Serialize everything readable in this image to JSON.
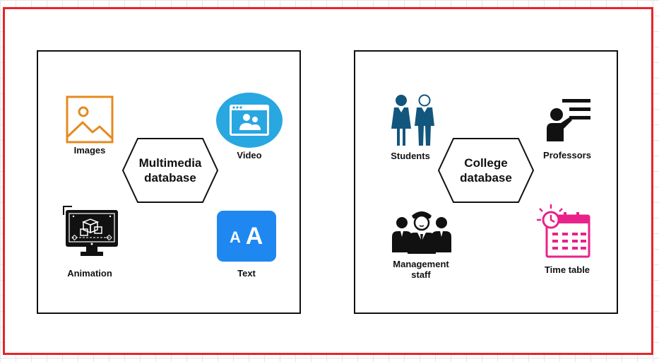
{
  "colors": {
    "frame": "#e8232a",
    "images_orange": "#e58a1f",
    "video_blue": "#29a7e1",
    "text_blue": "#1e88f0",
    "students_teal": "#12567e",
    "timetable_pink": "#e8228a"
  },
  "left_panel": {
    "center": {
      "line1": "Multimedia",
      "line2": "database"
    },
    "items": {
      "images": "Images",
      "video": "Video",
      "animation": "Animation",
      "text": "Text"
    },
    "icons": {
      "images": "image-icon",
      "video": "video-window-icon",
      "animation": "3d-animation-monitor-icon",
      "text": "font-size-icon"
    }
  },
  "right_panel": {
    "center": {
      "line1": "College",
      "line2": "database"
    },
    "items": {
      "students": "Students",
      "professors": "Professors",
      "management_line1": "Management",
      "management_line2": "staff",
      "timetable": "Time table"
    },
    "icons": {
      "students": "students-icon",
      "professors": "professor-icon",
      "management": "management-staff-icon",
      "timetable": "timetable-calendar-icon"
    }
  }
}
